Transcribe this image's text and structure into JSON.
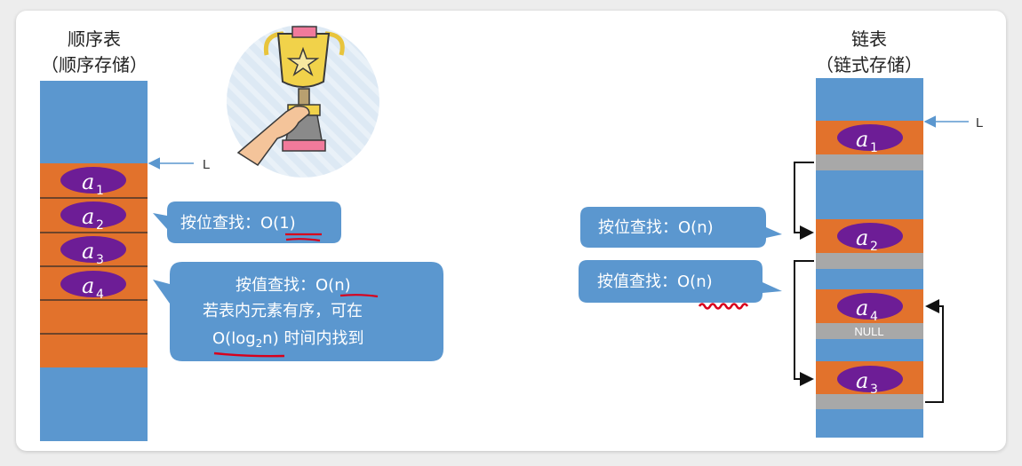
{
  "seq_list": {
    "title": "顺序表",
    "subtitle": "（顺序存储）",
    "head_label": "L",
    "items": [
      {
        "base": "a",
        "sub": "1"
      },
      {
        "base": "a",
        "sub": "2"
      },
      {
        "base": "a",
        "sub": "3"
      },
      {
        "base": "a",
        "sub": "4"
      }
    ],
    "callout_pos": {
      "prefix": "按位查找：",
      "complexity": "O(1)"
    },
    "callout_val": {
      "line1_prefix": "按值查找：",
      "line1_complexity": "O(n)",
      "line2": "若表内元素有序，可在",
      "line3_pre": "O(log",
      "line3_sub": "2",
      "line3_post": "n)",
      "line3_rest": " 时间内找到"
    }
  },
  "linked_list": {
    "title": "链表",
    "subtitle": "（链式存储）",
    "head_label": "L",
    "null_label": "NULL",
    "nodes": [
      {
        "base": "a",
        "sub": "1"
      },
      {
        "base": "a",
        "sub": "2"
      },
      {
        "base": "a",
        "sub": "4"
      },
      {
        "base": "a",
        "sub": "3"
      }
    ],
    "callout_pos": {
      "prefix": "按位查找：",
      "complexity": "O(n)"
    },
    "callout_val": {
      "prefix": "按值查找：",
      "complexity": "O(n)"
    }
  },
  "colors": {
    "memory_blue": "#5b97cf",
    "element_orange": "#e2722c",
    "pointer_gray": "#a8a8a8",
    "item_purple": "#6d1d96",
    "callout_blue": "#5b97cf",
    "annotation_red": "#d8001c",
    "trophy_bg": "#dde9f4"
  }
}
